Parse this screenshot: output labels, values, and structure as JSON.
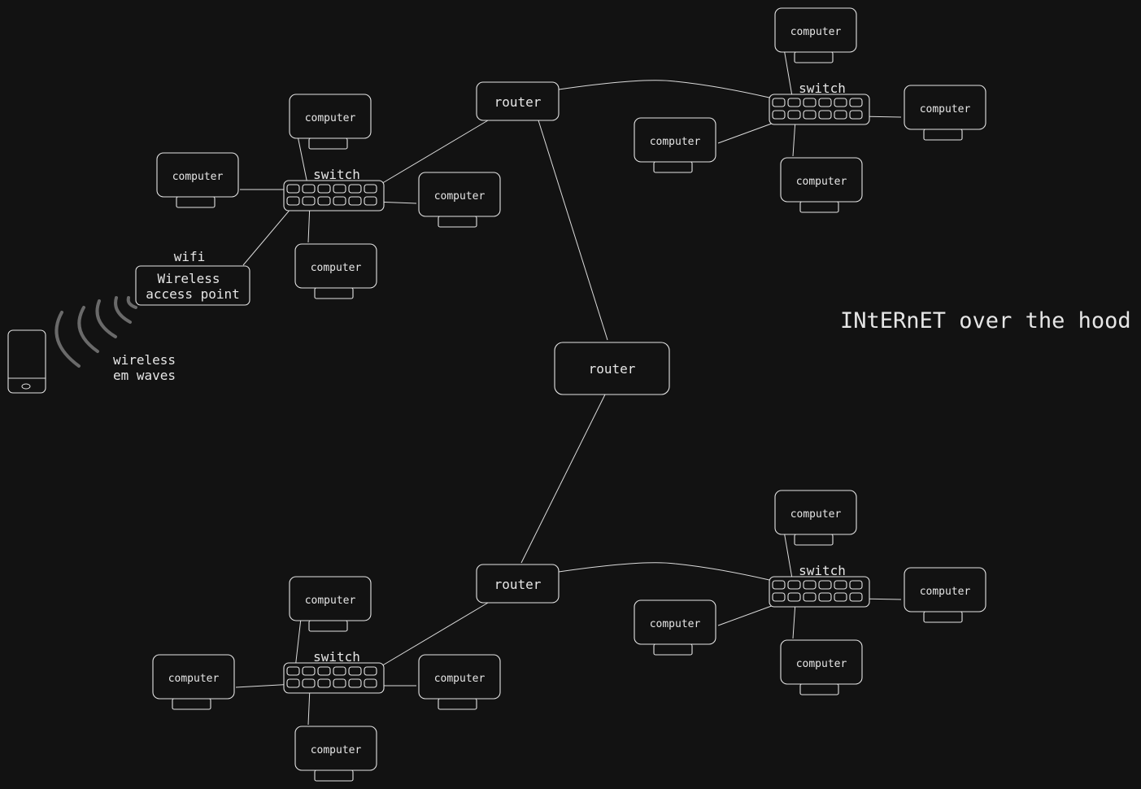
{
  "title": "INtERnET over the hood",
  "labels": {
    "computer": "computer",
    "switch": "switch",
    "router": "router",
    "wifi": "wifi",
    "ap_line1": "Wireless",
    "ap_line2": "access point",
    "waves_line1": "wireless",
    "waves_line2": "em waves"
  },
  "colors": {
    "background": "#121212",
    "stroke": "#e4e4e4",
    "waves": "#6a6a6a"
  },
  "icons": [
    "phone-icon",
    "wireless-waves-icon"
  ]
}
